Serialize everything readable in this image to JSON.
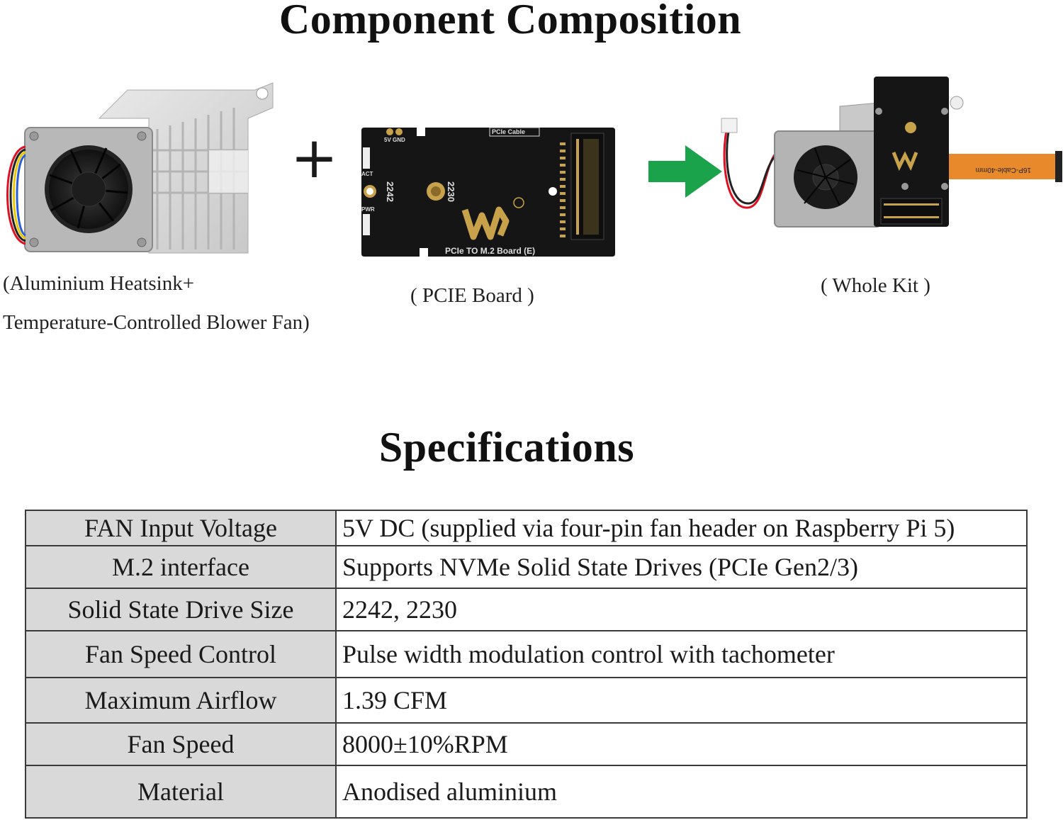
{
  "header": {
    "title": "Component Composition"
  },
  "components": {
    "heatsink": {
      "caption_line1": "(Aluminium Heatsink+",
      "caption_line2": "Temperature-Controlled Blower Fan)"
    },
    "plus_symbol": "+",
    "pcie_board": {
      "caption": "( PCIE Board )",
      "silkscreen": {
        "power_label": "5V GND",
        "cable_label": "PCIe Cable",
        "act_label": "ACT",
        "pwr_label": "PWR",
        "size_2242": "2242",
        "size_2230": "2230",
        "board_name": "PCIe TO M.2 Board (E)"
      }
    },
    "whole_kit": {
      "caption": "( Whole Kit )",
      "cable_label": "16P-Cable-40mm"
    }
  },
  "specifications": {
    "title": "Specifications",
    "rows": [
      {
        "key": "FAN Input Voltage",
        "value": "5V DC (supplied via four-pin fan header on Raspberry Pi 5)"
      },
      {
        "key": "M.2 interface",
        "value": "Supports NVMe Solid State Drives (PCIe Gen2/3)"
      },
      {
        "key": "Solid State Drive Size",
        "value": "2242, 2230"
      },
      {
        "key": "Fan Speed Control",
        "value": "Pulse width modulation control with tachometer"
      },
      {
        "key": "Maximum Airflow",
        "value": "1.39 CFM"
      },
      {
        "key": "Fan Speed",
        "value": "8000±10%RPM"
      },
      {
        "key": "Material",
        "value": "Anodised aluminium"
      }
    ]
  },
  "colors": {
    "arrow": "#1aa34a",
    "key_cell_bg": "#d9d9d9",
    "pcb": "#151515",
    "gold": "#c8a24a"
  }
}
